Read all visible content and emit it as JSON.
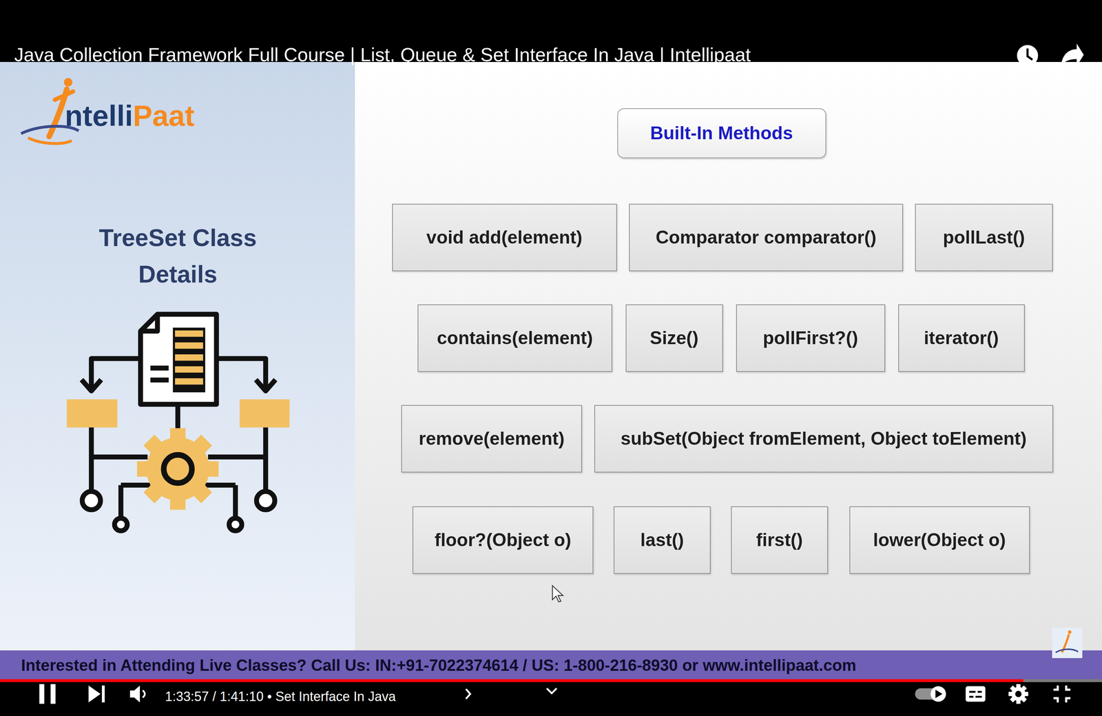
{
  "diagram": {
    "title": "TreeSet Class Details",
    "nodes": [
      {
        "text": [
          "Built-In Methods"
        ]
      },
      {
        "text": [
          "void add(element)"
        ]
      },
      {
        "text": [
          "Comparator comparator()"
        ]
      },
      {
        "text": [
          "pollLast()"
        ]
      },
      {
        "text": [
          "contains(element)"
        ]
      },
      {
        "text": [
          "Size()"
        ]
      },
      {
        "text": [
          "pollFirst?()"
        ]
      },
      {
        "text": [
          "iterator()"
        ]
      },
      {
        "text": [
          "remove(element)"
        ]
      },
      {
        "text": [
          "subSet(Object fromElement, Object toElement)"
        ]
      },
      {
        "text": [
          "floor?(Object o)"
        ]
      },
      {
        "text": [
          "last()"
        ]
      },
      {
        "text": [
          "first()"
        ]
      },
      {
        "text": [
          "lower(Object o)"
        ]
      }
    ],
    "labels": [
      "Java Collection Framework Full Course | List, Queue & Set Interface In Java | Intellipaat",
      "ntelli",
      "Paat",
      "Interested in Attending Live Classes? Call Us: IN:+91-7022374614 / US: 1-800-216-8930 or www.intellipaat.com",
      "1:33:57 / 1:41:10 • Set Interface In Java"
    ]
  }
}
